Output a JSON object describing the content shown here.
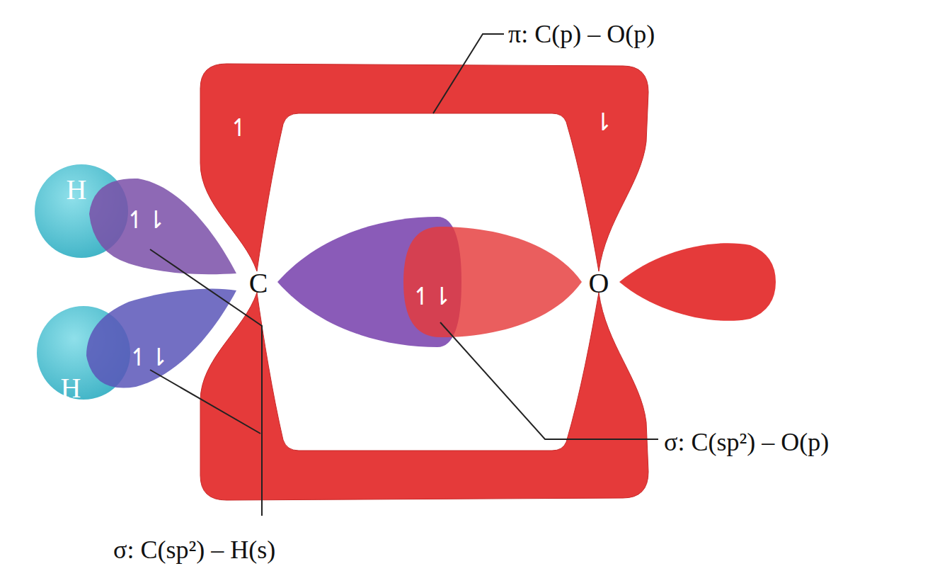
{
  "diagram": {
    "labels": [
      "π: C(p) – O(p)",
      "H",
      "H",
      "C",
      "O",
      "σ: C(sp²) – O(p)",
      "σ: C(sp²) – H(s)",
      "↿",
      "⇂",
      "↿⇂",
      "↿⇂",
      "↿⇂"
    ]
  }
}
